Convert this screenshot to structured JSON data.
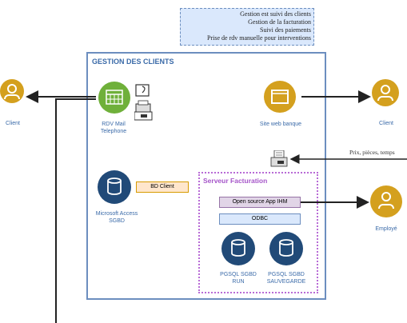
{
  "note": {
    "lines": [
      "Gestion est suivi des clients",
      "Gestion de la facturation",
      "Suivi des paiements",
      "Prise de rdv manuelle pour interventions"
    ]
  },
  "main": {
    "title": "GESTION DES CLIENTS"
  },
  "actors": {
    "client_left": "Client",
    "client_right": "Client",
    "employe": "Employé"
  },
  "nodes": {
    "rdv_line1": "RDV Mail",
    "rdv_line2": "Telephone",
    "site_web": "Site web banque",
    "access_line1": "Microsoft Access",
    "access_line2": "SGBD",
    "bd_client": "BD Client",
    "serveur_title": "Serveur Facturation",
    "app": "Open source App IHM",
    "odbc": "ODBC",
    "pg_run_line1": "PGSQL SGBD",
    "pg_run_line2": "RUN",
    "pg_save_line1": "PGSQL SGBD",
    "pg_save_line2": "SAUVEGARDE"
  },
  "edges": {
    "prix": "Prix, pièces, temps"
  },
  "colors": {
    "note_fill": "#dae8fc",
    "frame": "#6c8ebf",
    "title_text": "#3a6aa8",
    "person": "#d4a01e",
    "database": "#214a78",
    "calendar": "#6fb03a",
    "server_frame": "#b86bd6",
    "bd_fill": "#ffe6cc",
    "app_fill": "#e1d5e7"
  }
}
